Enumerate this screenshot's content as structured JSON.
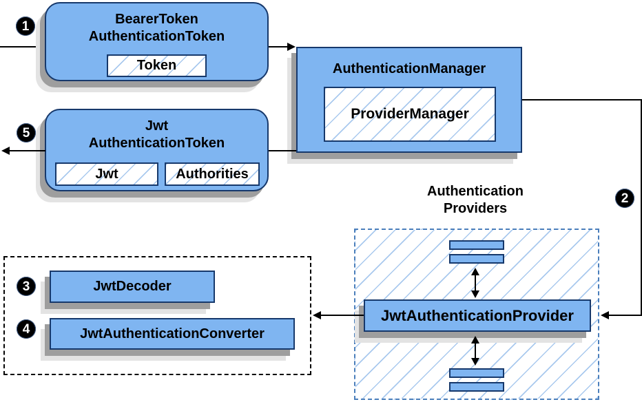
{
  "colors": {
    "box_fill": "#7fb5f1",
    "box_border": "#16386b",
    "hatch_line": "#a9c9ee",
    "dashed_border": "#4a7ebb",
    "shadow1": "#9e9e9e",
    "shadow2": "#e3e3e3",
    "line_color": "#000000"
  },
  "steps": {
    "s1": "1",
    "s2": "2",
    "s3": "3",
    "s4": "4",
    "s5": "5"
  },
  "bearer_token_node": {
    "title1": "BearerToken",
    "title2": "AuthenticationToken",
    "token_chip": "Token"
  },
  "authentication_manager_node": {
    "title": "AuthenticationManager",
    "provider_manager_chip": "ProviderManager"
  },
  "jwt_authentication_token_node": {
    "title1": "Jwt",
    "title2": "AuthenticationToken",
    "jwt_chip": "Jwt",
    "authorities_chip": "Authorities"
  },
  "authentication_providers_group": {
    "label1": "Authentication",
    "label2": "Providers",
    "jwt_authentication_provider": "JwtAuthenticationProvider"
  },
  "resolver_group": {
    "jwt_decoder": "JwtDecoder",
    "jwt_authentication_converter": "JwtAuthenticationConverter"
  }
}
